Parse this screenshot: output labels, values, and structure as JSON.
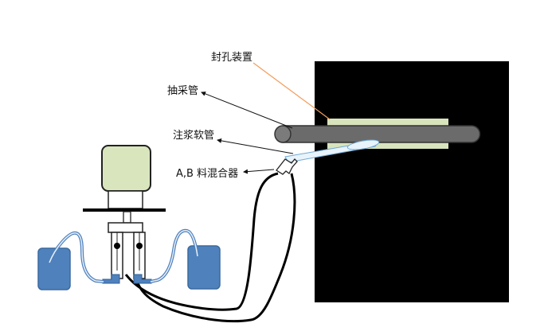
{
  "labels": {
    "sealing_device": "封孔装置",
    "extraction_pipe": "抽采管",
    "grouting_hose": "注浆软管",
    "ab_mixer": "A,B 料混合器"
  },
  "colors": {
    "rock_mass": "#000000",
    "sealing_material": "#d8e4bc",
    "pipe": "#555555",
    "tank": "#4f81bd",
    "tank_border": "#3a6aa0",
    "pump_top": "#d9e6bd",
    "leader_orange": "#f39c5c"
  }
}
